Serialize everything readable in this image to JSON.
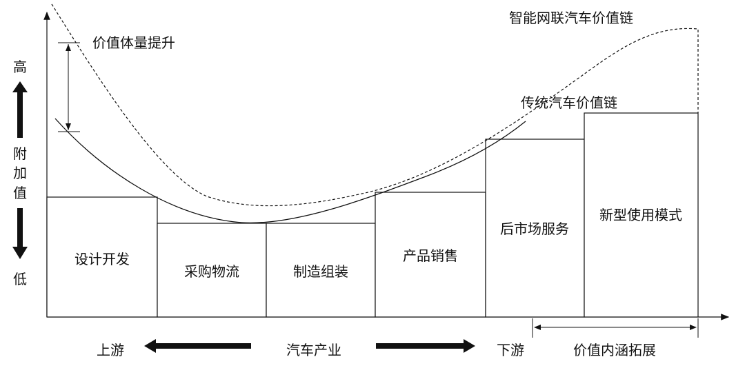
{
  "y_axis": {
    "top_label": "高",
    "middle_label": [
      "附",
      "加",
      "值"
    ],
    "bottom_label": "低"
  },
  "stages": [
    "设计开发",
    "采购物流",
    "制造组装",
    "产品销售",
    "后市场服务",
    "新型使用模式"
  ],
  "curves": {
    "dashed_label": "智能网联汽车价值链",
    "solid_label": "传统汽车价值链"
  },
  "annotations": {
    "value_uplift": "价值体量提升",
    "value_extension": "价值内涵拓展"
  },
  "bottom_axis": {
    "upstream": "上游",
    "industry": "汽车产业",
    "downstream": "下游"
  }
}
